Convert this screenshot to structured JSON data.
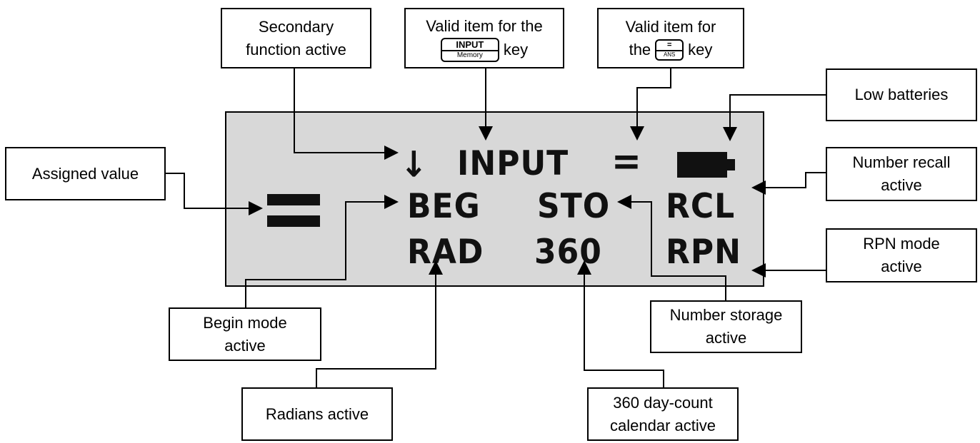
{
  "display": {
    "indicators": {
      "secondary_arrow": "↓",
      "input": "INPUT",
      "equals": "=",
      "beg": "BEG",
      "sto": "STO",
      "rcl": "RCL",
      "rad": "RAD",
      "d360": "360",
      "rpn": "RPN"
    }
  },
  "callouts": {
    "secondary": [
      "Secondary",
      "function active"
    ],
    "input_key": {
      "line1": "Valid item for the",
      "key_top": "INPUT",
      "key_bottom": "Memory",
      "line2_suffix": "key"
    },
    "ans_key": {
      "line1": "Valid item for",
      "prefix": "the",
      "key_top": "=",
      "key_bottom": "ANS",
      "suffix": "key"
    },
    "low_batteries": "Low batteries",
    "assigned_value": "Assigned value",
    "number_recall": [
      "Number recall",
      "active"
    ],
    "rpn_mode": [
      "RPN mode",
      "active"
    ],
    "begin_mode": [
      "Begin mode",
      "active"
    ],
    "number_storage": [
      "Number storage",
      "active"
    ],
    "radians": "Radians active",
    "day_count": [
      "360 day-count",
      "calendar active"
    ]
  }
}
